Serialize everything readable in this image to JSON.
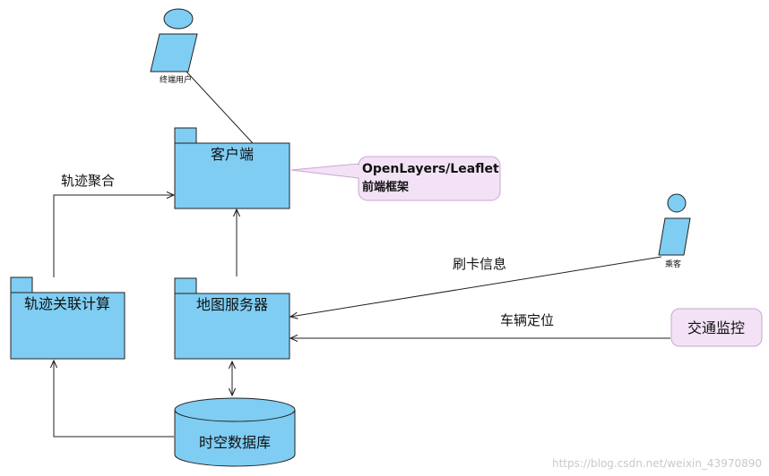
{
  "actors": {
    "terminal_user": "终端用户",
    "passenger": "乘客"
  },
  "packages": {
    "client": "客户端",
    "trajectory_calc": "轨迹关联计算",
    "map_server": "地图服务器"
  },
  "database": {
    "spatiotemporal_db": "时空数据库"
  },
  "notes": {
    "frontend_line1": "OpenLayers/Leaflet",
    "frontend_line2": "前端框架",
    "traffic_monitor": "交通监控"
  },
  "edges": {
    "trajectory_aggregation": "轨迹聚合",
    "card_info": "刷卡信息",
    "vehicle_positioning": "车辆定位"
  },
  "watermark": "https://blog.csdn.net/weixin_43970890",
  "colors": {
    "package_fill": "#7fcdf3",
    "note_fill": "#f3e2f6",
    "note_stroke": "#c9a6d0",
    "stroke": "#222222"
  }
}
